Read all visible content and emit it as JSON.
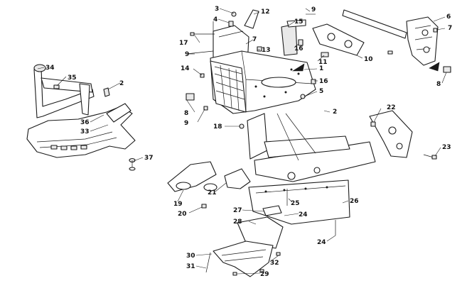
{
  "diagram": {
    "callouts": [
      {
        "id": "c1",
        "label": "1"
      },
      {
        "id": "c2a",
        "label": "2"
      },
      {
        "id": "c2b",
        "label": "2"
      },
      {
        "id": "c3",
        "label": "3"
      },
      {
        "id": "c4",
        "label": "4"
      },
      {
        "id": "c5",
        "label": "5"
      },
      {
        "id": "c6",
        "label": "6"
      },
      {
        "id": "c7a",
        "label": "7"
      },
      {
        "id": "c7b",
        "label": "7"
      },
      {
        "id": "c8a",
        "label": "8"
      },
      {
        "id": "c8b",
        "label": "8"
      },
      {
        "id": "c9a",
        "label": "9"
      },
      {
        "id": "c9b",
        "label": "9"
      },
      {
        "id": "c9c",
        "label": "9"
      },
      {
        "id": "c10",
        "label": "10"
      },
      {
        "id": "c11",
        "label": "11"
      },
      {
        "id": "c12",
        "label": "12"
      },
      {
        "id": "c13",
        "label": "13"
      },
      {
        "id": "c14",
        "label": "14"
      },
      {
        "id": "c15",
        "label": "15"
      },
      {
        "id": "c16a",
        "label": "16"
      },
      {
        "id": "c16b",
        "label": "16"
      },
      {
        "id": "c17",
        "label": "17"
      },
      {
        "id": "c18",
        "label": "18"
      },
      {
        "id": "c19",
        "label": "19"
      },
      {
        "id": "c20",
        "label": "20"
      },
      {
        "id": "c21",
        "label": "21"
      },
      {
        "id": "c22",
        "label": "22"
      },
      {
        "id": "c23",
        "label": "23"
      },
      {
        "id": "c24a",
        "label": "24"
      },
      {
        "id": "c24b",
        "label": "24"
      },
      {
        "id": "c25",
        "label": "25"
      },
      {
        "id": "c26",
        "label": "26"
      },
      {
        "id": "c27",
        "label": "27"
      },
      {
        "id": "c28",
        "label": "28"
      },
      {
        "id": "c29",
        "label": "29"
      },
      {
        "id": "c30",
        "label": "30"
      },
      {
        "id": "c31",
        "label": "31"
      },
      {
        "id": "c32",
        "label": "32"
      },
      {
        "id": "c33",
        "label": "33"
      },
      {
        "id": "c34",
        "label": "34"
      },
      {
        "id": "c35",
        "label": "35"
      },
      {
        "id": "c36",
        "label": "36"
      },
      {
        "id": "c37",
        "label": "37"
      }
    ]
  }
}
